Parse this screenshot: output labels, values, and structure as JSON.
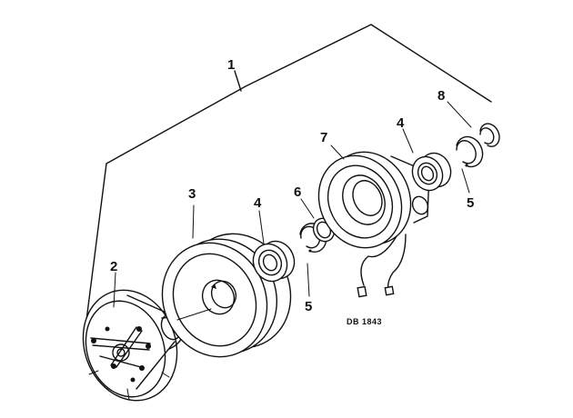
{
  "diagram": {
    "drawing_code": "DB 1843",
    "callouts": {
      "assembly": "1",
      "hub_plate": "2",
      "pulley": "3",
      "bearing_front": "4",
      "bearing_rear": "4",
      "circlip_front": "5",
      "circlip_rear": "5",
      "spacer_ring": "6",
      "field_coil": "7",
      "retaining_ring": "8"
    }
  }
}
